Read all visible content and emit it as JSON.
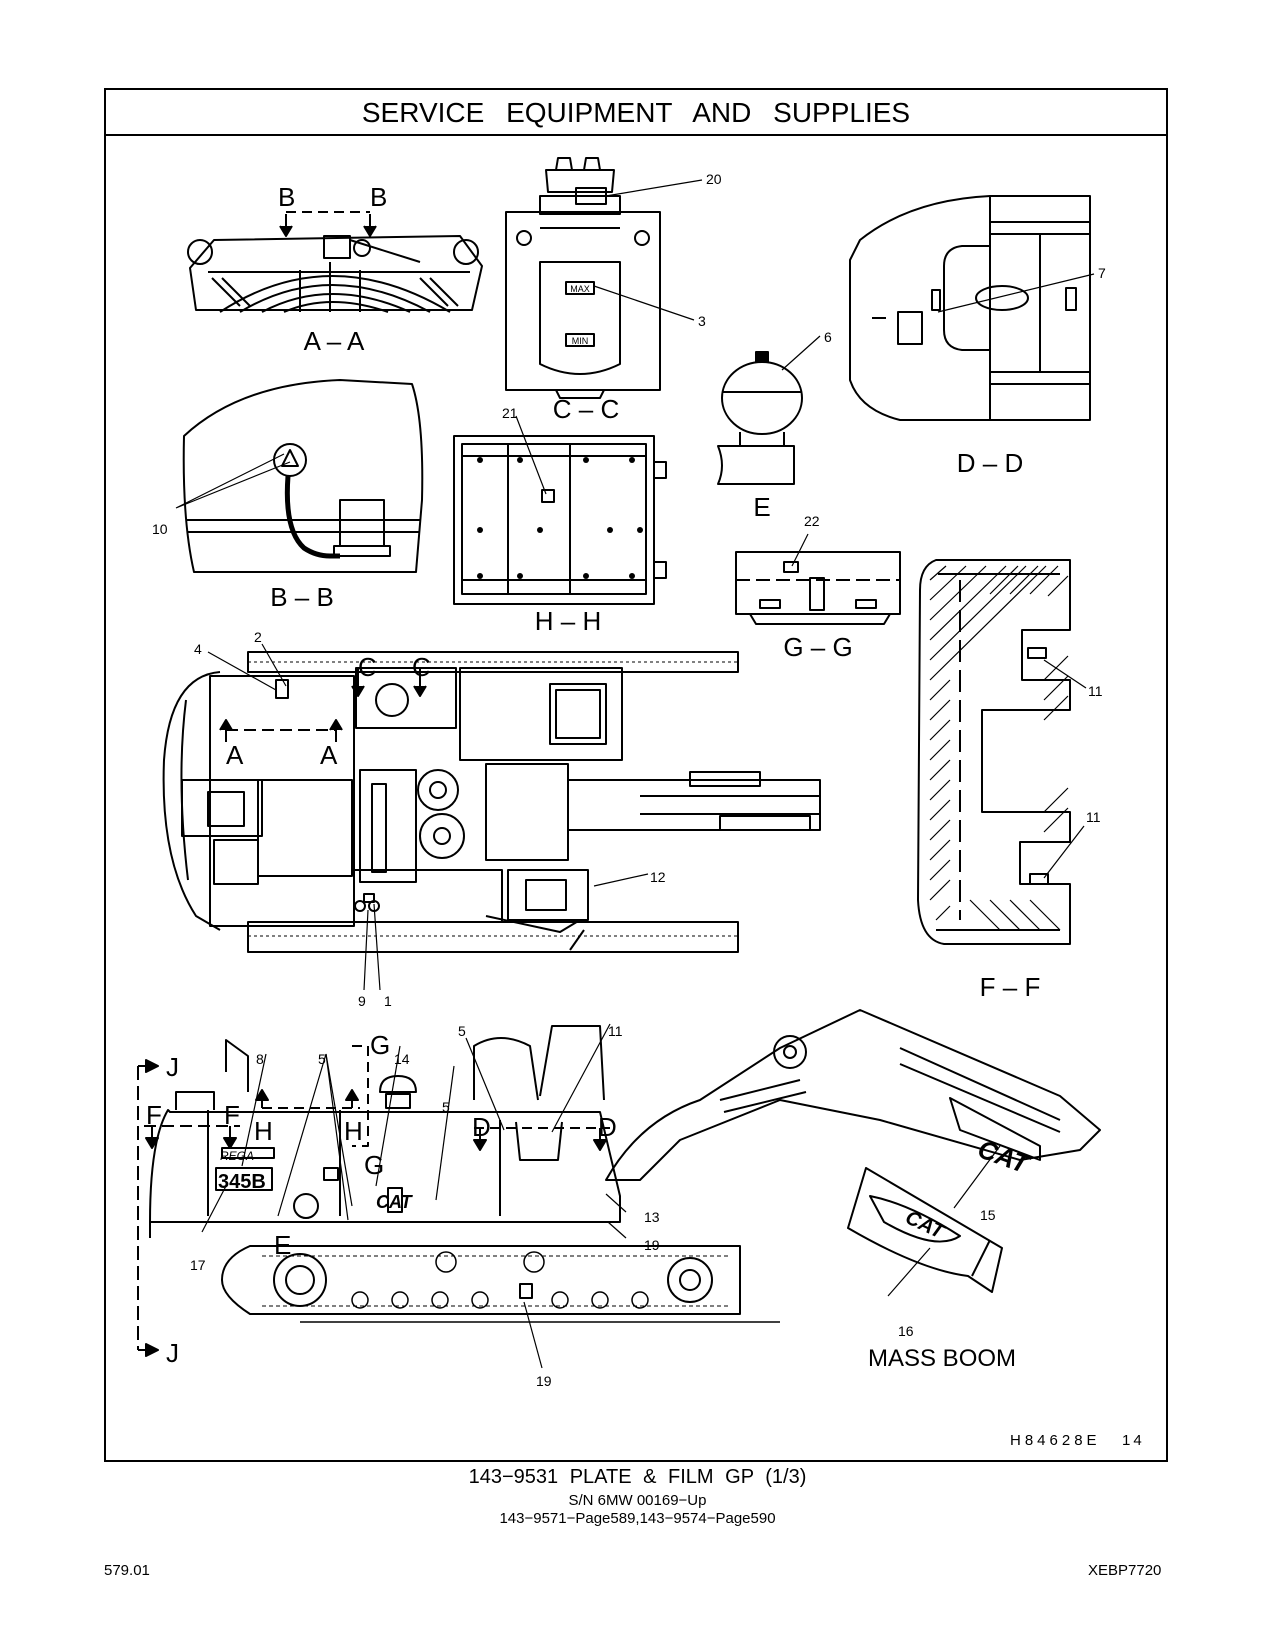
{
  "title": "SERVICE EQUIPMENT AND SUPPLIES",
  "sections": {
    "aa": "A – A",
    "bb": "B – B",
    "cc": "C – C",
    "dd": "D – D",
    "e": "E",
    "ff": "F – F",
    "gg": "G – G",
    "hh": "H – H"
  },
  "section_marks": {
    "b": "B",
    "c": "C",
    "a": "A",
    "d": "D",
    "f": "F",
    "g": "G",
    "h": "H",
    "j": "J",
    "e": "E"
  },
  "callouts": {
    "n1": "1",
    "n2": "2",
    "n3": "3",
    "n4": "4",
    "n5": "5",
    "n6": "6",
    "n7": "7",
    "n8": "8",
    "n9": "9",
    "n10": "10",
    "n11": "11",
    "n12": "12",
    "n13": "13",
    "n14": "14",
    "n15": "15",
    "n16": "16",
    "n17": "17",
    "n19": "19",
    "n20": "20",
    "n21": "21",
    "n22": "22"
  },
  "decal_text": {
    "max": "MAX",
    "min": "MIN",
    "cat": "CAT",
    "model": "345B",
    "series": "REGA"
  },
  "mass_boom_label": "MASS BOOM",
  "drawing_id": "H84628E",
  "drawing_sheet": "14",
  "footer": {
    "title": "143−9531 PLATE & FILM GP (1/3)",
    "serial": "S/N 6MW 00169−Up",
    "references": "143−9571−Page589,143−9574−Page590"
  },
  "page_number": "579.01",
  "doc_code": "XEBP7720"
}
